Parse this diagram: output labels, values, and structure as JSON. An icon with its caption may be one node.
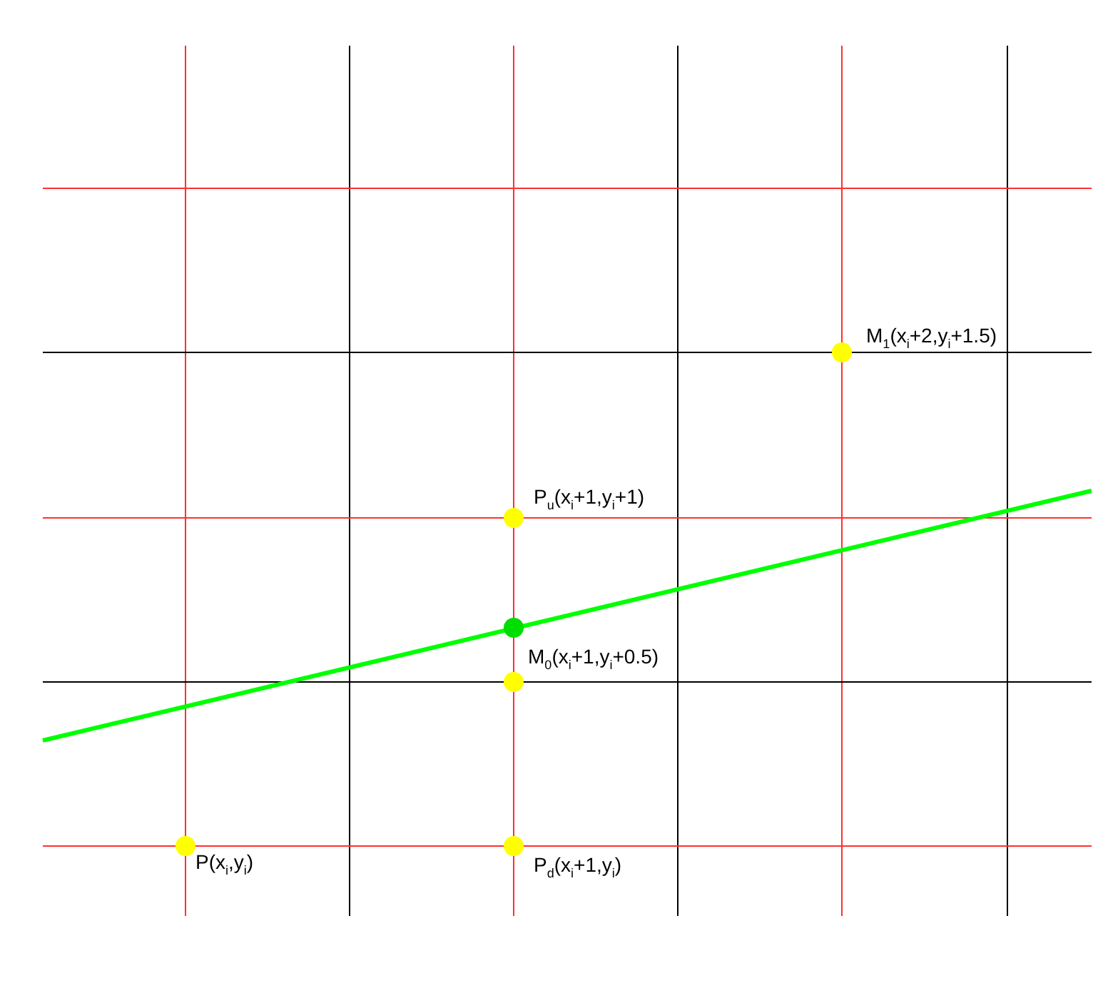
{
  "diagram": {
    "labels": [
      "M$_{1}$(x$_{i}$+2,y$_{i}$+1.5)",
      "P$_{u}$(x$_{i}$+1,y$_{i}$+1)",
      "M$_{0}$(x$_{i}$+1,y$_{i}$+0.5)",
      "P(x$_{i}$,y$_{i}$)",
      "P$_{d}$(x$_{i}$+1,y$_{i}$)"
    ]
  }
}
